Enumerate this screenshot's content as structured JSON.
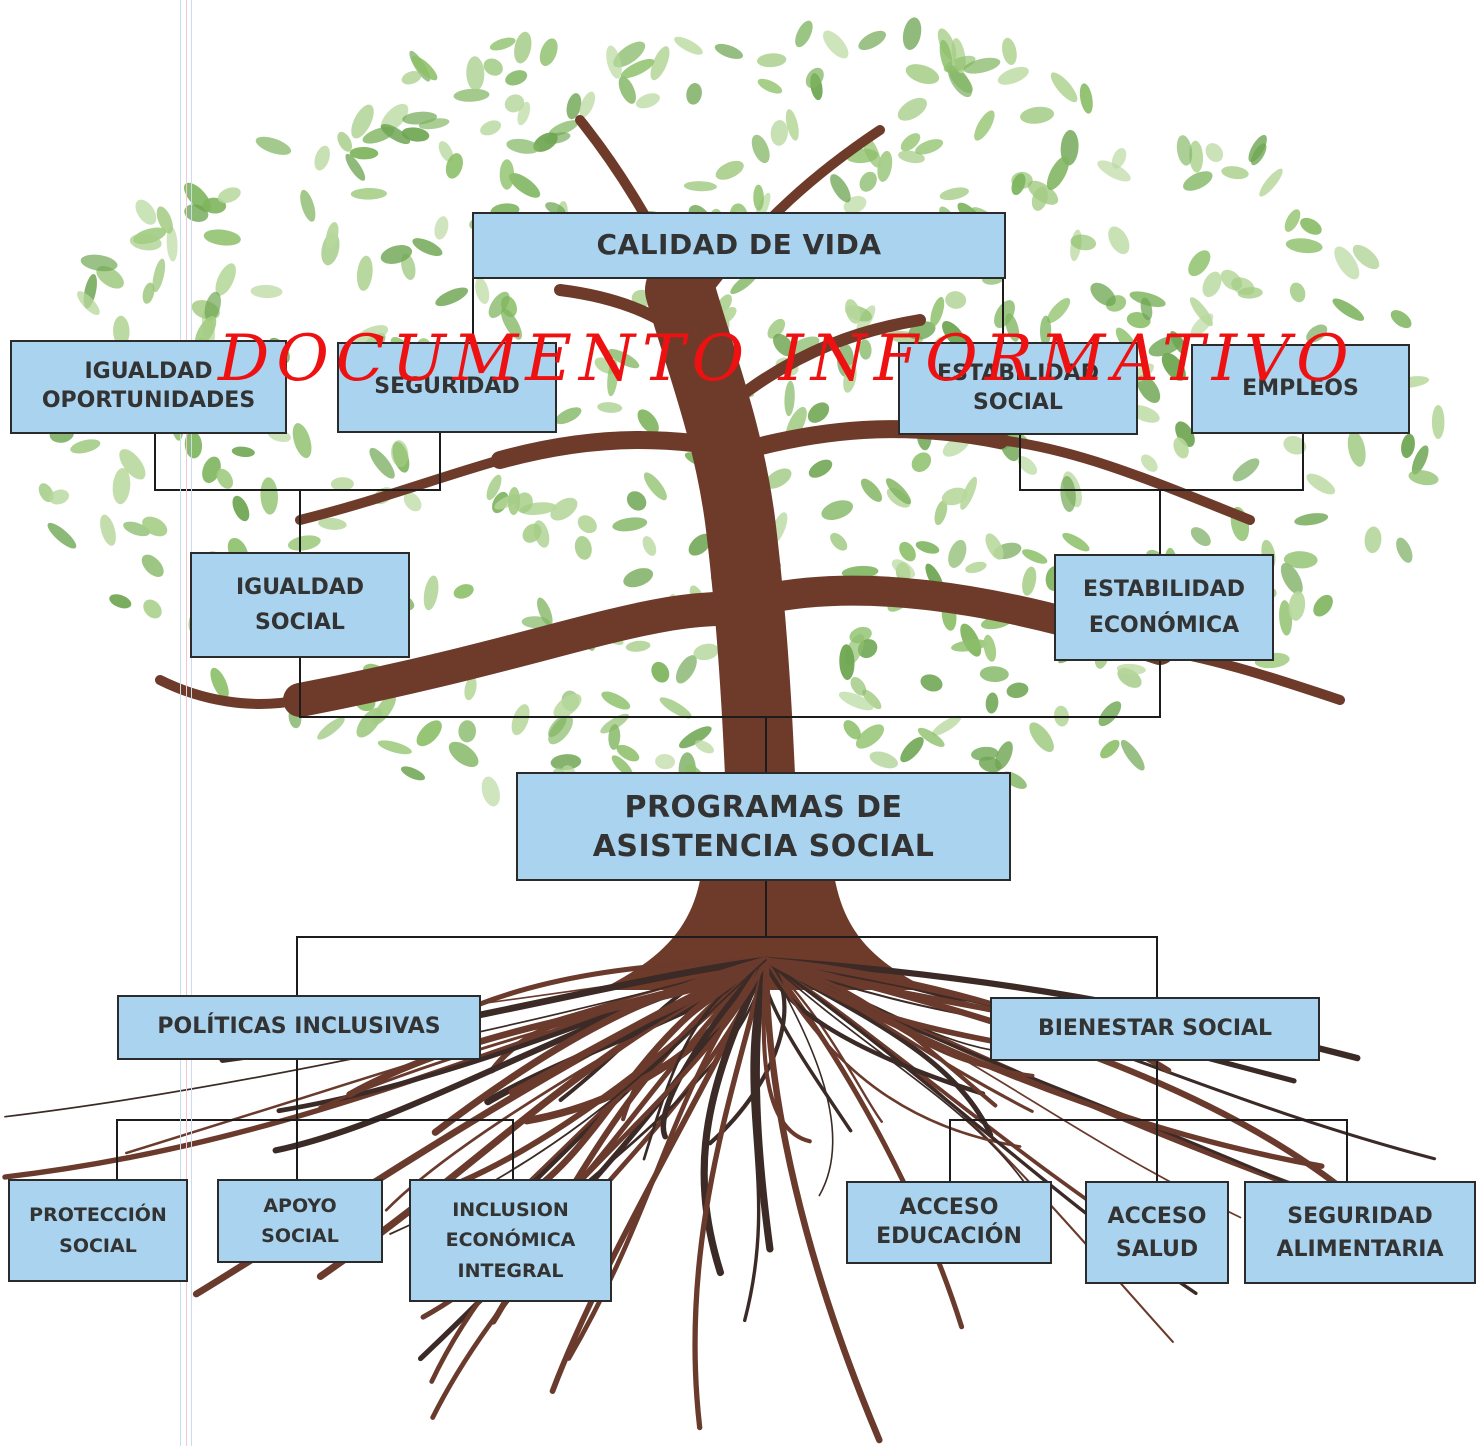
{
  "diagram": {
    "top": "CALIDAD DE VIDA",
    "level1": [
      "IGUALDAD\nOPORTUNIDADES",
      "SEGURIDAD",
      "ESTABILIDAD\nSOCIAL",
      "EMPLEOS"
    ],
    "level2": [
      "IGUALDAD\nSOCIAL",
      "ESTABILIDAD\nECONÓMICA"
    ],
    "center": "PROGRAMAS DE\nASISTENCIA SOCIAL",
    "roots": [
      "POLÍTICAS INCLUSIVAS",
      "BIENESTAR SOCIAL"
    ],
    "roots_left_children": [
      "PROTECCIÓN\nSOCIAL",
      "APOYO\nSOCIAL",
      "INCLUSION\nECONÓMICA\nINTEGRAL"
    ],
    "roots_right_children": [
      "ACCESO\nEDUCACIÓN",
      "ACCESO\nSALUD",
      "SEGURIDAD\nALIMENTARIA"
    ]
  },
  "watermark": "DOCUMENTO INFORMATIVO",
  "colors": {
    "box_fill": "#a9d3ee",
    "box_border": "#2b2b2b",
    "trunk": "#6e3b2a",
    "leaf": "#7fb560",
    "watermark": "#ee1111"
  }
}
